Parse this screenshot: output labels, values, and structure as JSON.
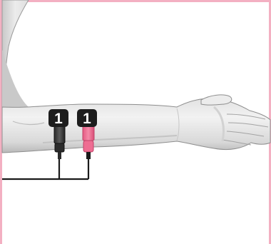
{
  "colors": {
    "frame_border": "#f3b0c2",
    "arm_light": "#f3f3f3",
    "arm_mid": "#d6d6d6",
    "arm_dark": "#a9a9a9",
    "badge": "#1d1d1d",
    "electrode_black": "#3a3a3a",
    "electrode_pink": "#ee6d92",
    "cable": "#1a1a1a"
  },
  "electrodes": [
    {
      "label": "1",
      "color": "black"
    },
    {
      "label": "1",
      "color": "pink"
    }
  ]
}
